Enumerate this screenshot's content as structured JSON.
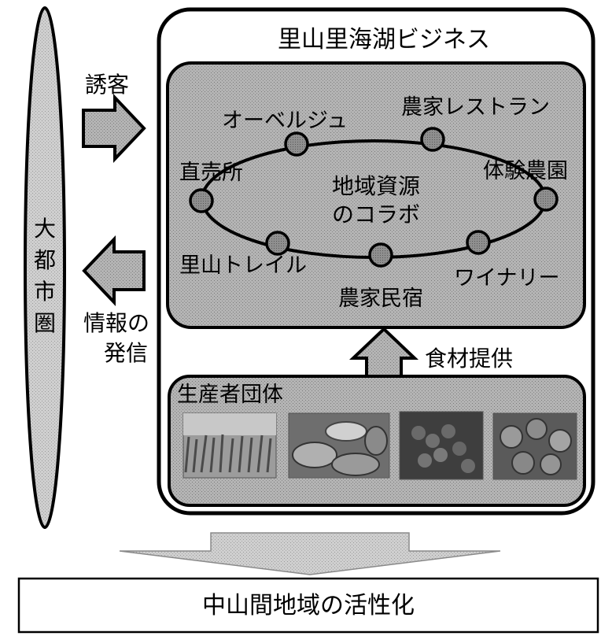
{
  "metro": {
    "label": [
      "大",
      "都",
      "市",
      "圏"
    ]
  },
  "arrows": {
    "visitors": "誘客",
    "info": [
      "情報の",
      "発信"
    ],
    "ingredients": "食材提供"
  },
  "business": {
    "title": "里山里海湖ビジネス",
    "center": [
      "地域資源",
      "のコラボ"
    ],
    "nodes": {
      "auberge": "オーベルジュ",
      "farm_restaurant": "農家レストラン",
      "direct_sales": "直売所",
      "experience_farm": "体験農園",
      "satoyama_trail": "里山トレイル",
      "farm_inn": "農家民宿",
      "winery": "ワイナリー"
    }
  },
  "producers": {
    "title": "生産者団体"
  },
  "result": {
    "label": "中山間地域の活性化"
  }
}
